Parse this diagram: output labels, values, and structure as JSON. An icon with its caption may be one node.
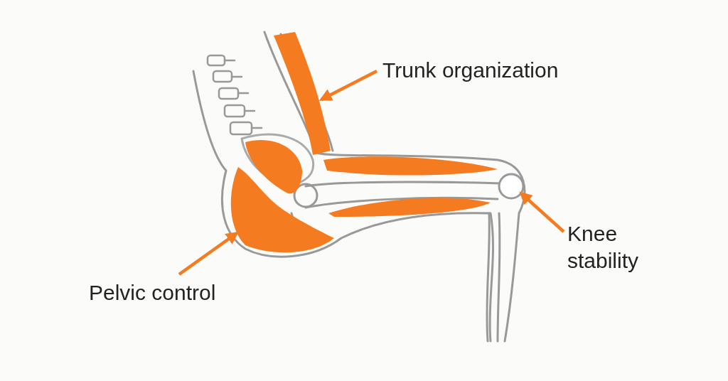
{
  "diagram": {
    "nodes": [
      {
        "text": [
          "Trunk organization"
        ]
      },
      {
        "text": [],
        "shape": "picture"
      },
      {
        "text": [
          "Knee stability"
        ]
      },
      {
        "text": [],
        "shape": "circle"
      },
      {
        "text": [
          "Pelvic control"
        ]
      },
      {
        "text": [],
        "shape": "picture"
      }
    ],
    "edges": [
      {
        "from": 0,
        "to": 1,
        "arrow": "to"
      },
      {
        "from": 2,
        "to": 3,
        "arrow": "to"
      },
      {
        "from": 4,
        "to": 5,
        "arrow": "to"
      }
    ]
  }
}
